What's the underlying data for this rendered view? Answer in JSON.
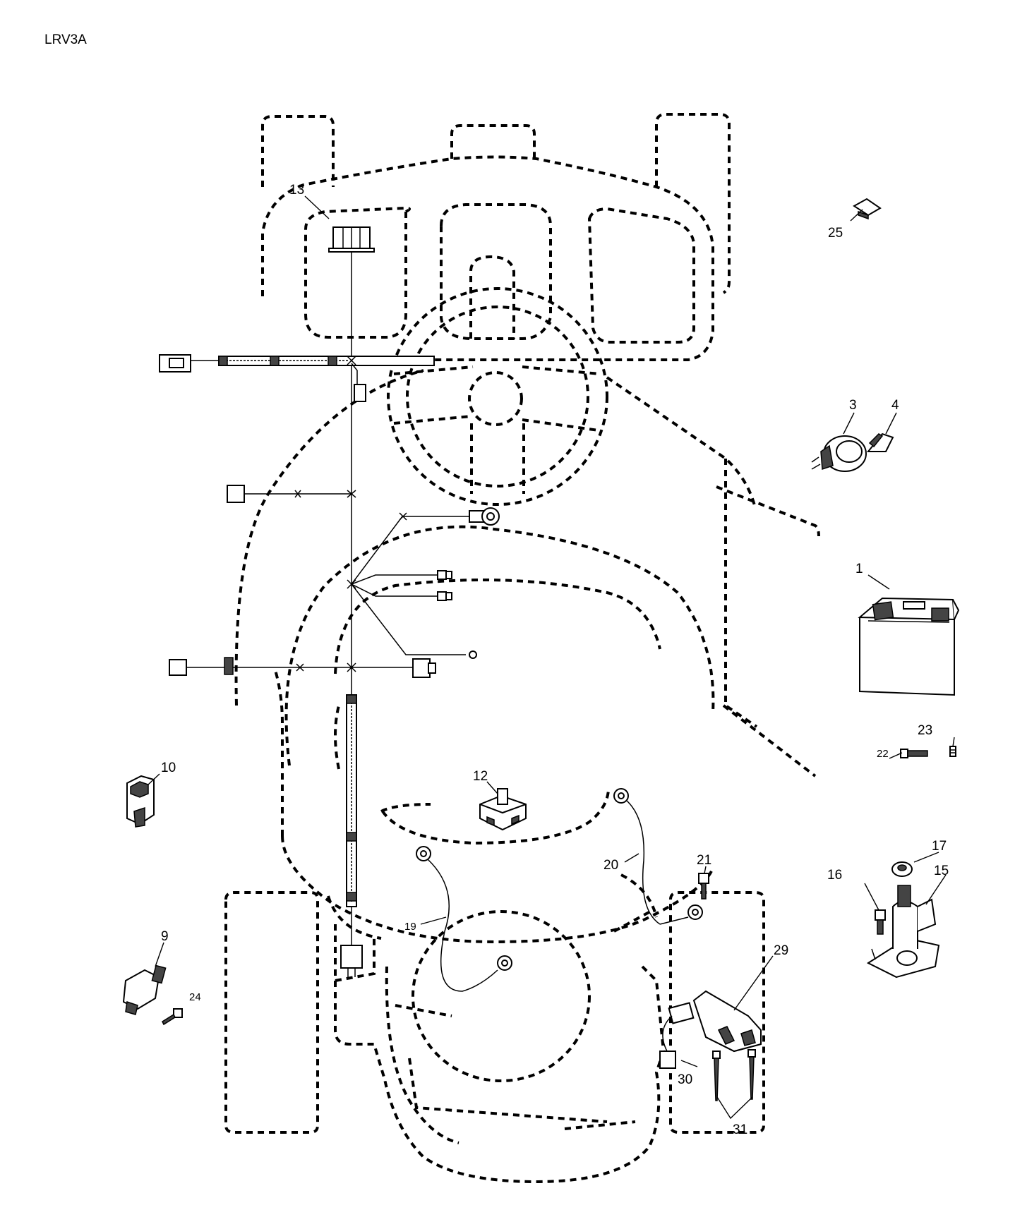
{
  "diagram_code": "LRV3A",
  "callouts": {
    "c1": "1",
    "c3": "3",
    "c4": "4",
    "c9": "9",
    "c10": "10",
    "c12": "12",
    "c13": "13",
    "c15": "15",
    "c16": "16",
    "c17": "17",
    "c19": "19",
    "c20": "20",
    "c21": "21",
    "c22": "22",
    "c23": "23",
    "c24": "24",
    "c25": "25",
    "c29": "29",
    "c30": "30",
    "c31": "31"
  }
}
